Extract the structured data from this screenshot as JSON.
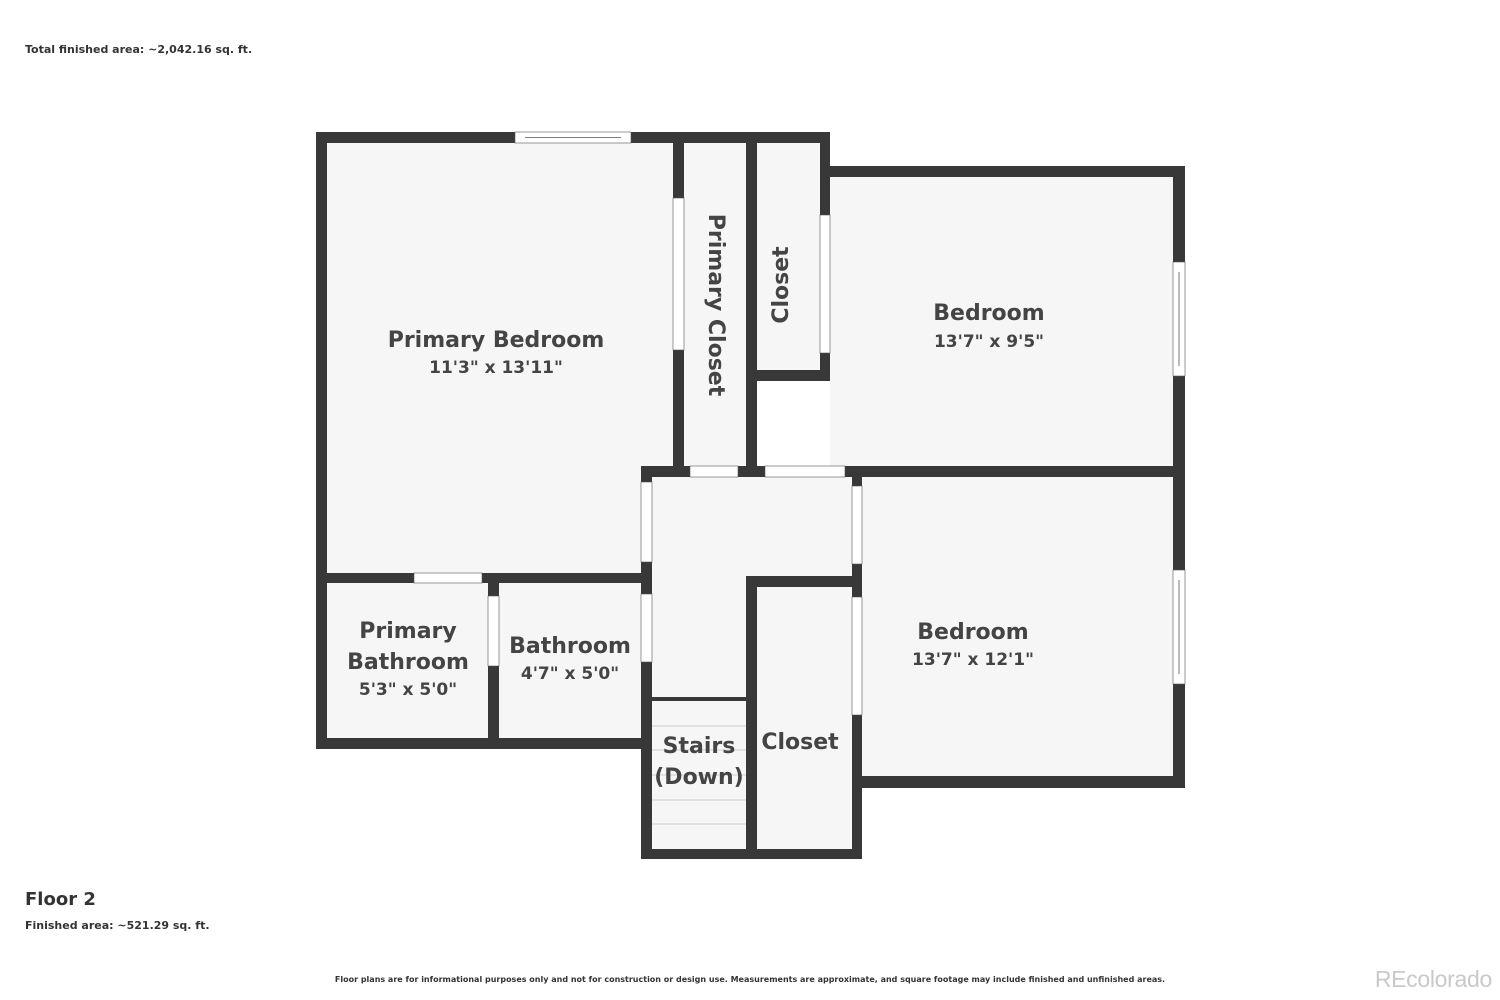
{
  "header": {
    "total_area": "Total finished area: ~2,042.16 sq. ft."
  },
  "floor": {
    "name": "Floor 2",
    "area": "Finished area: ~521.29 sq. ft."
  },
  "rooms": {
    "primary_bedroom": {
      "name": "Primary Bedroom",
      "dims": "11'3\" x 13'11\""
    },
    "primary_closet": {
      "name": "Primary Closet"
    },
    "closet_top": {
      "name": "Closet"
    },
    "bedroom_top": {
      "name": "Bedroom",
      "dims": "13'7\" x 9'5\""
    },
    "bedroom_bottom": {
      "name": "Bedroom",
      "dims": "13'7\" x 12'1\""
    },
    "primary_bathroom": {
      "name_line1": "Primary",
      "name_line2": "Bathroom",
      "dims": "5'3\" x 5'0\""
    },
    "bathroom": {
      "name": "Bathroom",
      "dims": "4'7\" x 5'0\""
    },
    "stairs": {
      "name_line1": "Stairs",
      "name_line2": "(Down)"
    },
    "closet_bottom": {
      "name": "Closet"
    }
  },
  "footer": {
    "disclaimer": "Floor plans are for informational purposes only and not for construction or design use. Measurements are approximate, and square footage may include finished and unfinished areas.",
    "brand": "REcolorado"
  },
  "colors": {
    "wall": "#383838",
    "floor": "#f6f6f6",
    "opening": "#ffffff"
  }
}
